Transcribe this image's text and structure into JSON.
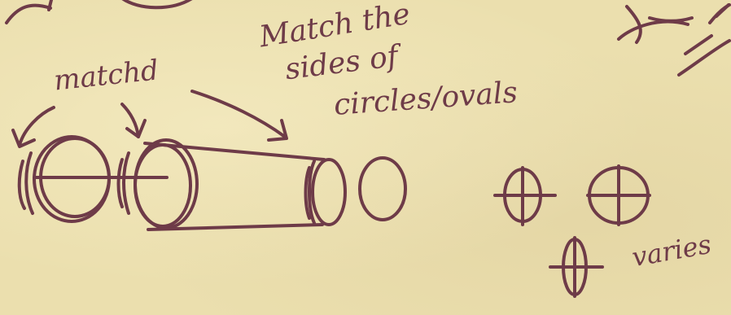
{
  "colors": {
    "paper": "#ebdfae",
    "ink": "#6e3b48"
  },
  "labels": {
    "matched": "matchd",
    "match_sides": [
      "Match the",
      "sides of",
      "circles/ovals"
    ],
    "varies": "varies"
  },
  "shapes": {
    "paired_circles": "two circles with matched sides",
    "cylinder": "cylinder with matched end ovals",
    "crossed_circles": "circles with cross guidelines"
  }
}
